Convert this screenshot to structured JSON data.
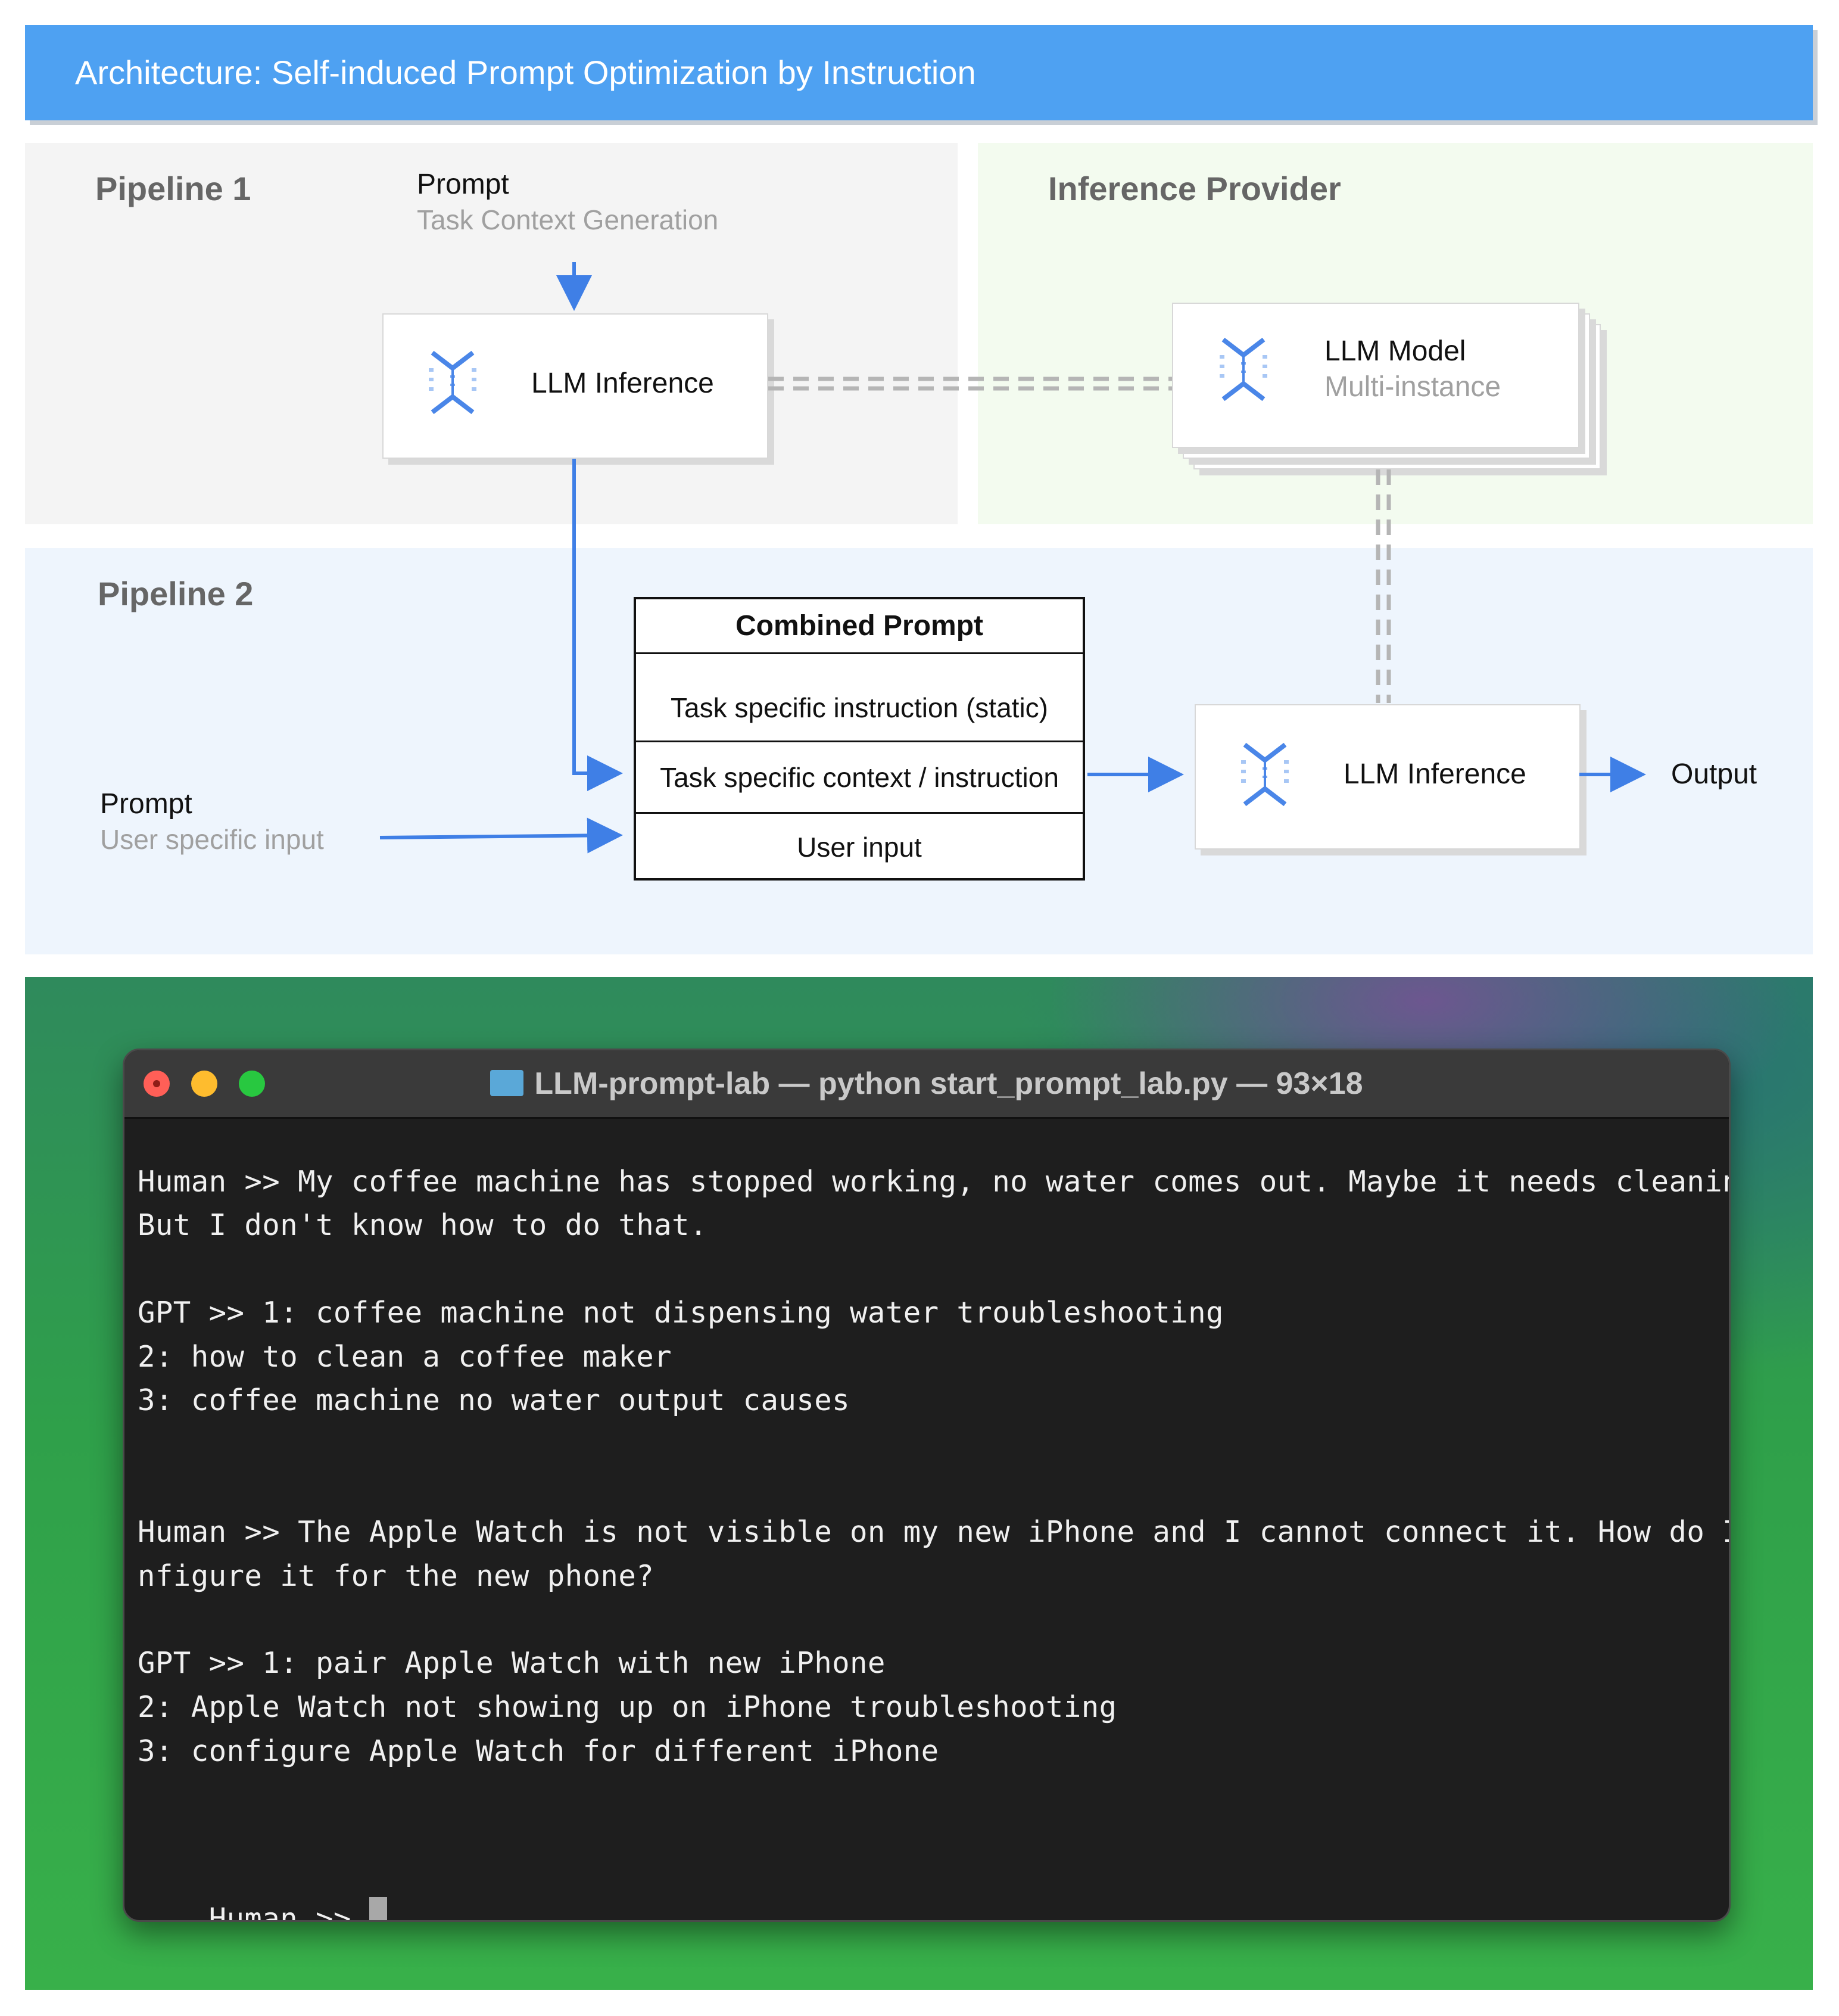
{
  "header": {
    "title": "Architecture: Self-induced Prompt Optimization by Instruction"
  },
  "pipeline1": {
    "title": "Pipeline 1",
    "prompt_label": "Prompt",
    "prompt_sub": "Task Context Generation",
    "llm_inference": "LLM Inference"
  },
  "inference_provider": {
    "title": "Inference Provider",
    "model_label": "LLM Model",
    "model_sub": "Multi-instance"
  },
  "pipeline2": {
    "title": "Pipeline 2",
    "prompt_label": "Prompt",
    "prompt_sub": "User specific input",
    "combined_prompt": {
      "title": "Combined Prompt",
      "rows": [
        "Task specific instruction (static)",
        "Task specific context / instruction",
        "User input"
      ]
    },
    "llm_inference": "LLM Inference",
    "output": "Output"
  },
  "colors": {
    "accent_blue": "#4ea1f2",
    "arrow_blue": "#3f7fe6",
    "dashed_gray": "#b5b5b5"
  },
  "icons": [
    "vertex-ai-icon",
    "folder-icon"
  ],
  "terminal": {
    "title": "LLM-prompt-lab — python start_prompt_lab.py — 93×18",
    "lines": [
      "Human >> My coffee machine has stopped working, no water comes out. Maybe it needs cleaning?",
      "But I don't know how to do that.",
      "GPT >> 1: coffee machine not dispensing water troubleshooting",
      "2: how to clean a coffee maker",
      "3: coffee machine no water output causes",
      "Human >> The Apple Watch is not visible on my new iPhone and I cannot connect it. How do I co",
      "nfigure it for the new phone?",
      "GPT >> 1: pair Apple Watch with new iPhone",
      "2: Apple Watch not showing up on iPhone troubleshooting",
      "3: configure Apple Watch for different iPhone",
      "Human >> "
    ]
  }
}
